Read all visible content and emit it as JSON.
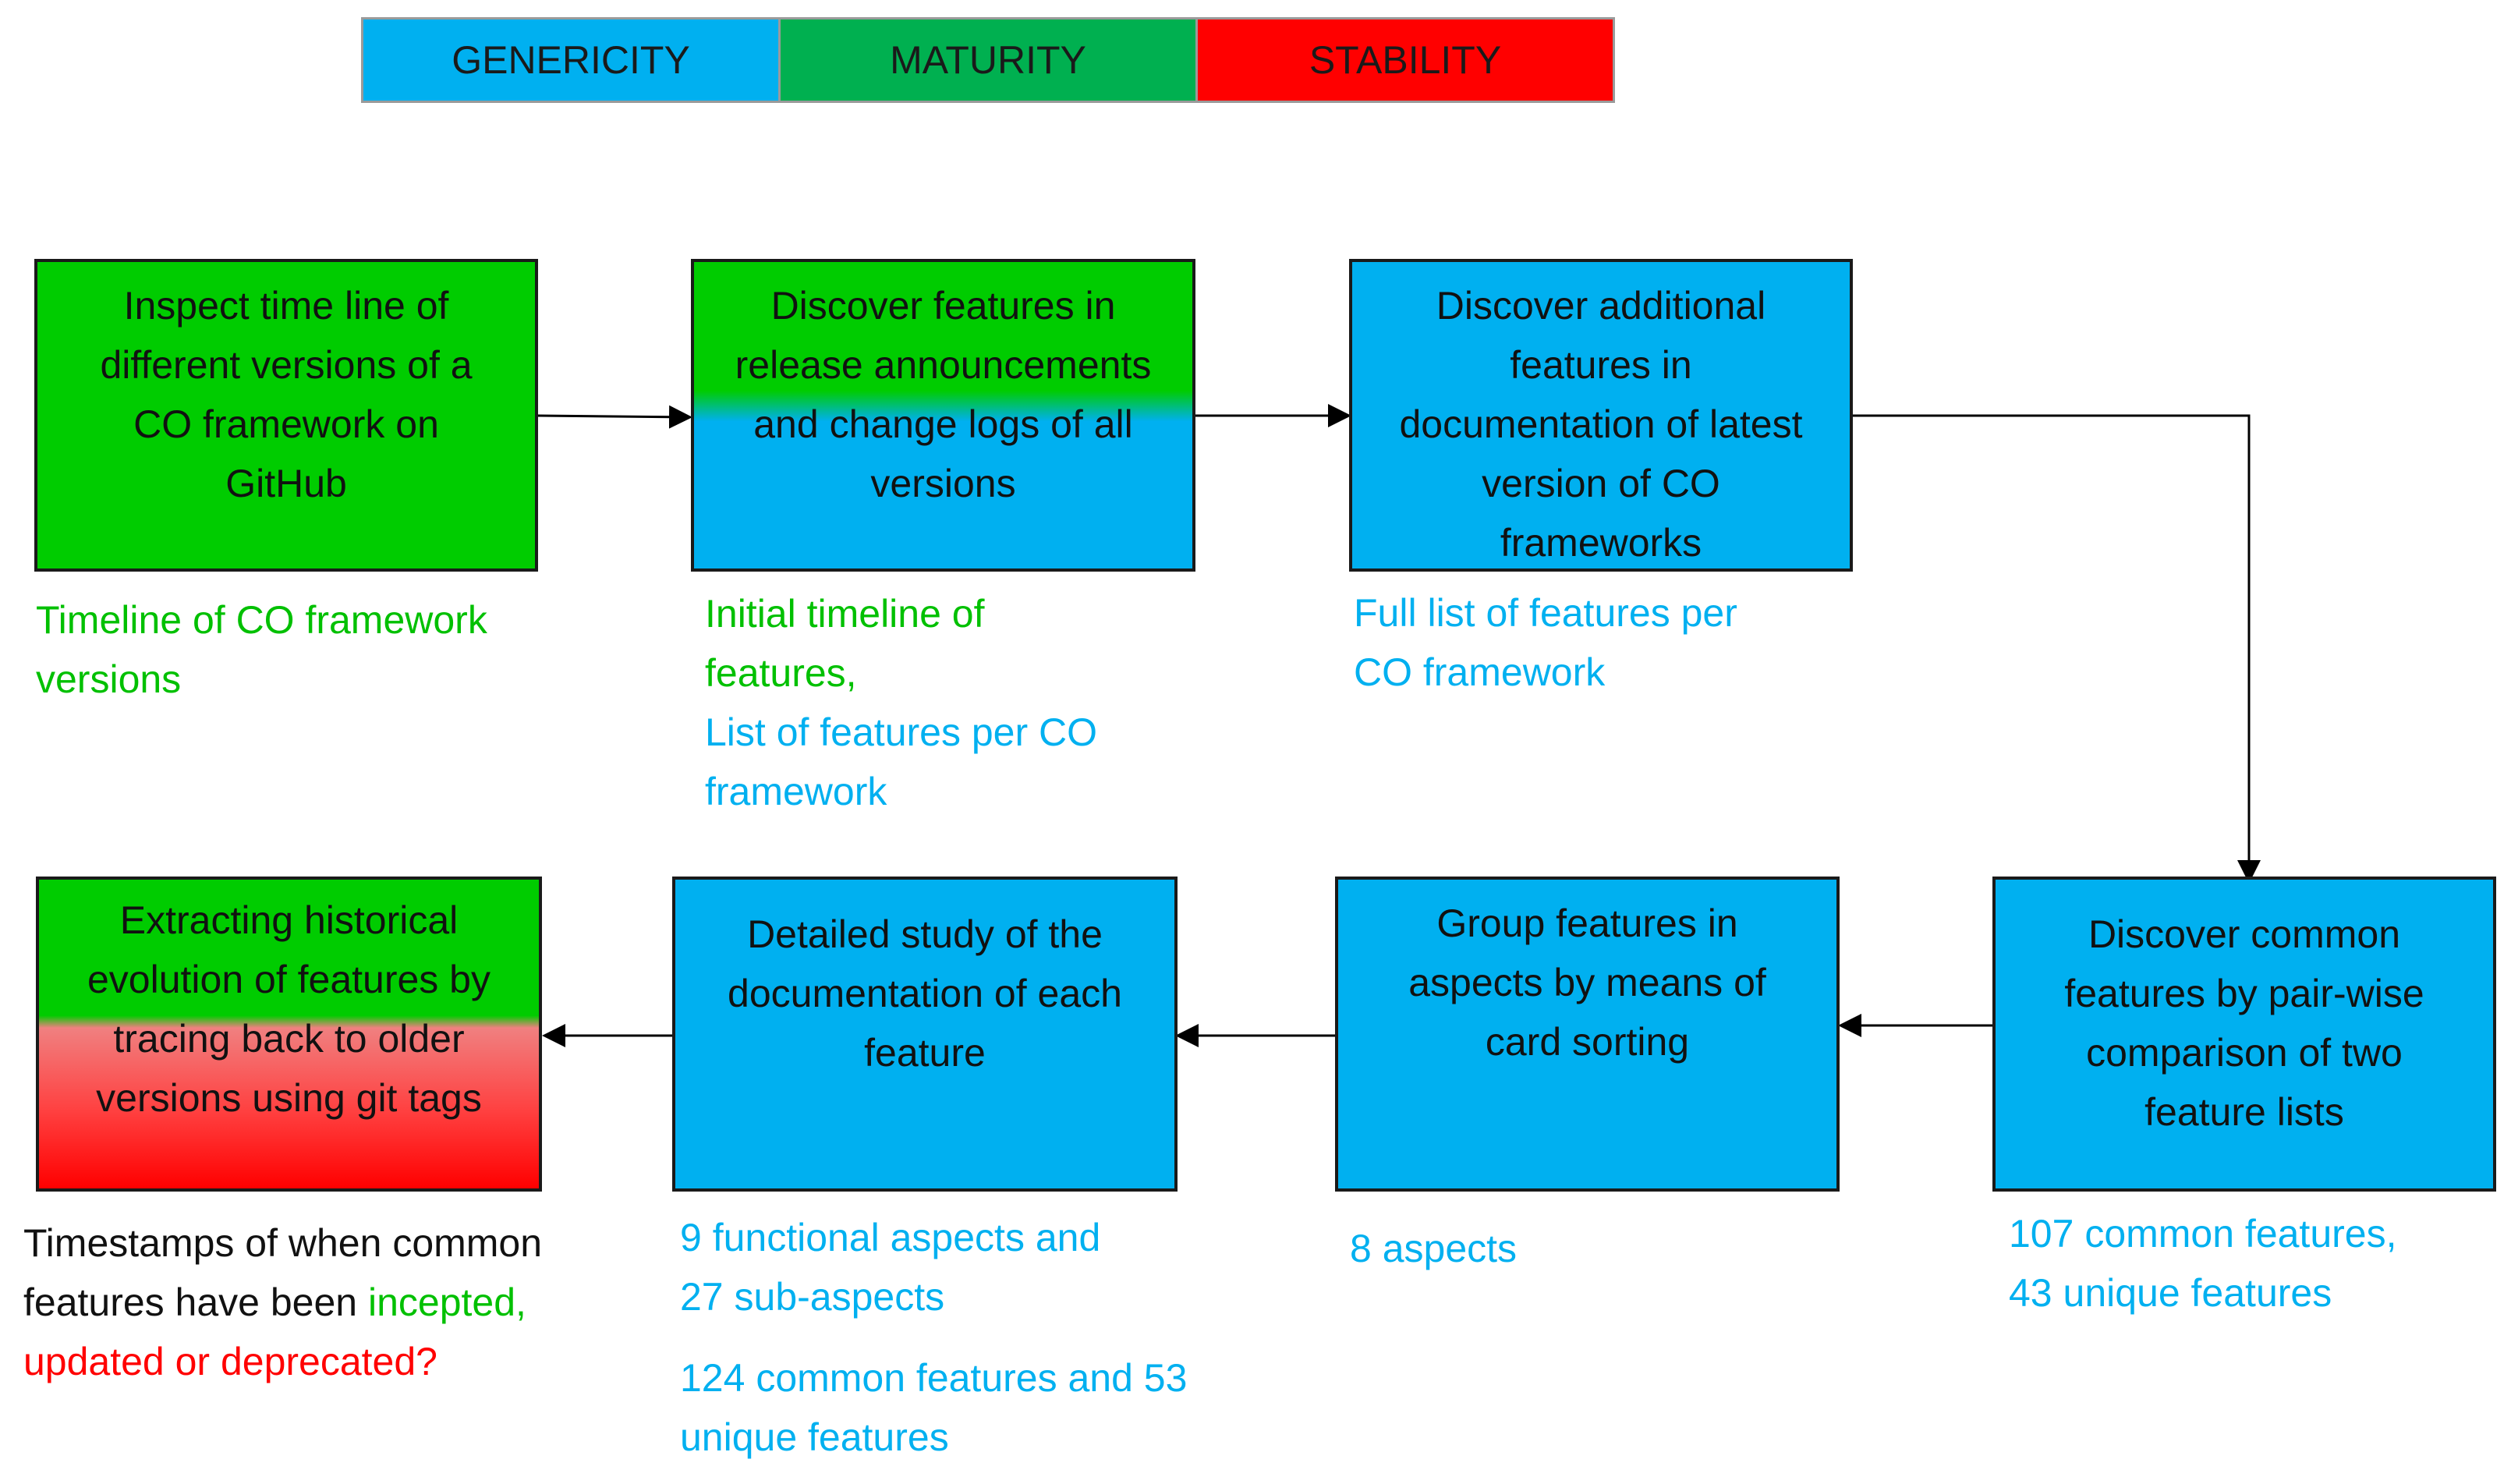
{
  "legend": [
    {
      "label": "GENERICITY",
      "color": "#00b0f0"
    },
    {
      "label": "MATURITY",
      "color": "#00b050"
    },
    {
      "label": "STABILITY",
      "color": "#ff0000"
    }
  ],
  "colors": {
    "genericity": "#00b0f0",
    "maturity_box": "#00cc00",
    "maturity_text": "#00c000",
    "stability": "#ff0000"
  },
  "steps": {
    "inspect_timeline": {
      "lines": [
        "Inspect time line of",
        "different versions of a",
        "CO framework on",
        "GitHub"
      ]
    },
    "discover_release": {
      "lines": [
        "Discover features in",
        "release announcements",
        "and change logs of all",
        "versions"
      ]
    },
    "discover_additional": {
      "lines": [
        "Discover additional",
        "features in",
        "documentation of latest",
        "version of CO",
        "frameworks"
      ]
    },
    "discover_common": {
      "lines": [
        "Discover common",
        "features by pair-wise",
        "comparison of two",
        "feature lists"
      ]
    },
    "group_features": {
      "lines": [
        "Group features in",
        "aspects by means of",
        "card sorting"
      ]
    },
    "detailed_study": {
      "lines": [
        "Detailed study of the",
        "documentation of each",
        "feature"
      ]
    },
    "extracting_history": {
      "lines": [
        "Extracting historical",
        "evolution of features by",
        "tracing back to older",
        "versions using git tags"
      ]
    }
  },
  "outputs": {
    "timeline_versions": [
      "Timeline of CO framework",
      "versions"
    ],
    "initial_timeline": [
      "Initial timeline of",
      "features,"
    ],
    "list_features": [
      "List of features per CO",
      "framework"
    ],
    "full_list": [
      "Full list of features per",
      "CO framework"
    ],
    "common_unique_107": [
      "107 common features,",
      "43 unique features"
    ],
    "aspects_8": [
      "8 aspects"
    ],
    "functional_aspects": [
      "9 functional aspects and",
      "27 sub-aspects"
    ],
    "common_unique_124": [
      "124 common features and 53",
      "unique features"
    ],
    "timestamps": {
      "line1": "Timestamps of when common",
      "line2_black": "features have been ",
      "line2_green": "incepted,",
      "line3_red": "updated or deprecated?"
    }
  }
}
